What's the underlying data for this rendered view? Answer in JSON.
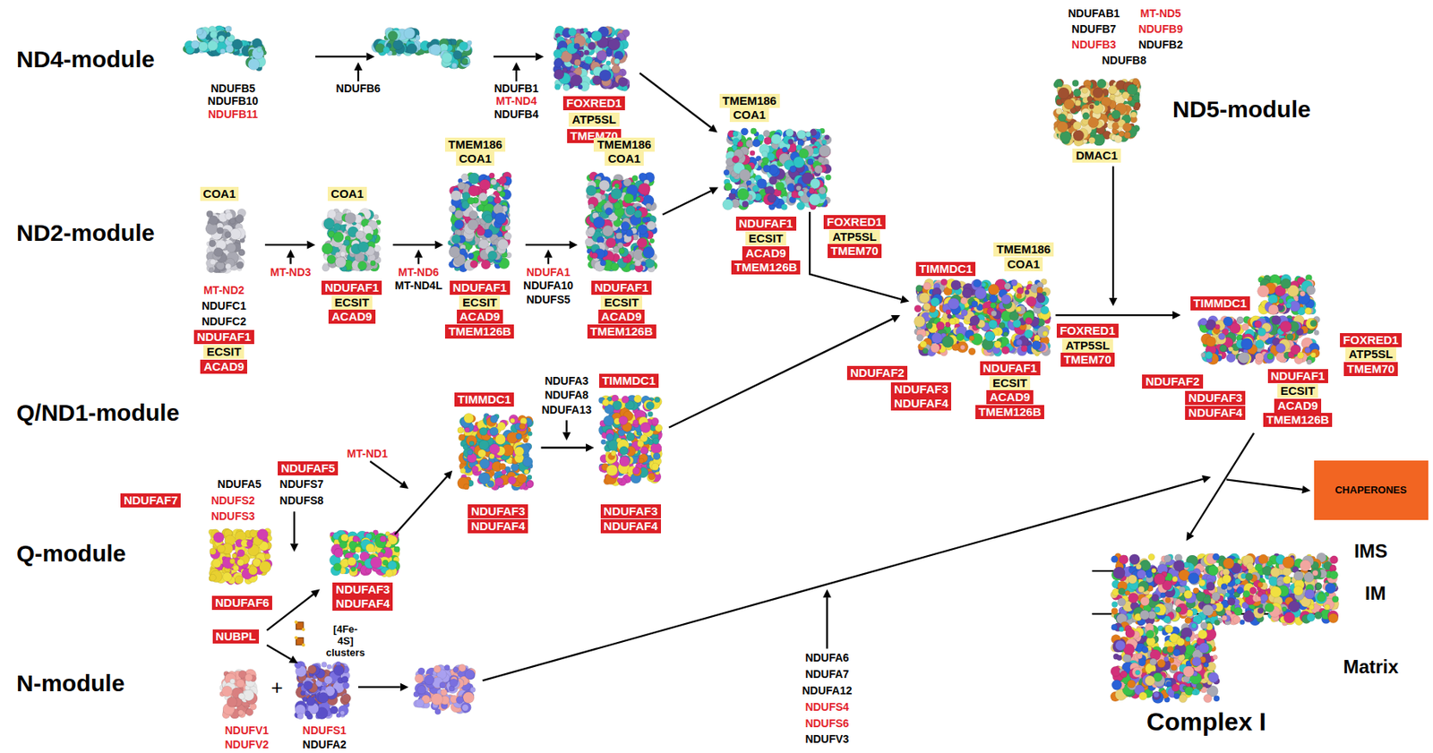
{
  "diagram": {
    "nodes": [
      {
        "text": [
          "FOXRED1"
        ]
      },
      {
        "text": [
          "ATP5SL"
        ]
      },
      {
        "text": [
          "TMEM70"
        ]
      },
      {
        "text": [
          "COA1"
        ]
      },
      {
        "text": [
          "NDUFAF1"
        ]
      },
      {
        "text": [
          "ECSIT"
        ]
      },
      {
        "text": [
          "ACAD9"
        ]
      },
      {
        "text": [
          "COA1"
        ]
      },
      {
        "text": [
          "NDUFAF1"
        ]
      },
      {
        "text": [
          "ECSIT"
        ]
      },
      {
        "text": [
          "ACAD9"
        ]
      },
      {
        "text": [
          "TMEM186"
        ]
      },
      {
        "text": [
          "COA1"
        ]
      },
      {
        "text": [
          "NDUFAF1"
        ]
      },
      {
        "text": [
          "ECSIT"
        ]
      },
      {
        "text": [
          "ACAD9"
        ]
      },
      {
        "text": [
          "TMEM126B"
        ]
      },
      {
        "text": [
          "TMEM186"
        ]
      },
      {
        "text": [
          "COA1"
        ]
      },
      {
        "text": [
          "NDUFAF1"
        ]
      },
      {
        "text": [
          "ECSIT"
        ]
      },
      {
        "text": [
          "ACAD9"
        ]
      },
      {
        "text": [
          "TMEM126B"
        ]
      },
      {
        "text": [
          "TMEM186"
        ]
      },
      {
        "text": [
          "COA1"
        ]
      },
      {
        "text": [
          "NDUFAF1"
        ]
      },
      {
        "text": [
          "ECSIT"
        ]
      },
      {
        "text": [
          "ACAD9"
        ]
      },
      {
        "text": [
          "TMEM126B"
        ]
      },
      {
        "text": [
          "FOXRED1"
        ]
      },
      {
        "text": [
          "ATP5SL"
        ]
      },
      {
        "text": [
          "TMEM70"
        ]
      },
      {
        "text": [
          "DMAC1"
        ]
      },
      {
        "text": [
          "TIMMDC1"
        ]
      },
      {
        "text": [
          "TMEM186"
        ]
      },
      {
        "text": [
          "COA1"
        ]
      },
      {
        "text": [
          "FOXRED1"
        ]
      },
      {
        "text": [
          "ATP5SL"
        ]
      },
      {
        "text": [
          "TMEM70"
        ]
      },
      {
        "text": [
          "NDUFAF2"
        ]
      },
      {
        "text": [
          "NDUFAF3"
        ]
      },
      {
        "text": [
          "NDUFAF4"
        ]
      },
      {
        "text": [
          "NDUFAF1"
        ]
      },
      {
        "text": [
          "ECSIT"
        ]
      },
      {
        "text": [
          "ACAD9"
        ]
      },
      {
        "text": [
          "TMEM126B"
        ]
      },
      {
        "text": [
          "TIMMDC1"
        ]
      },
      {
        "text": [
          "FOXRED1"
        ]
      },
      {
        "text": [
          "ATP5SL"
        ]
      },
      {
        "text": [
          "TMEM70"
        ]
      },
      {
        "text": [
          "NDUFAF2"
        ]
      },
      {
        "text": [
          "NDUFAF3"
        ]
      },
      {
        "text": [
          "NDUFAF4"
        ]
      },
      {
        "text": [
          "NDUFAF1"
        ]
      },
      {
        "text": [
          "ECSIT"
        ]
      },
      {
        "text": [
          "ACAD9"
        ]
      },
      {
        "text": [
          "TMEM126B"
        ]
      },
      {
        "text": [
          "TIMMDC1"
        ]
      },
      {
        "text": [
          "NDUFAF3"
        ]
      },
      {
        "text": [
          "NDUFAF4"
        ]
      },
      {
        "text": [
          "TIMMDC1"
        ]
      },
      {
        "text": [
          "NDUFAF3"
        ]
      },
      {
        "text": [
          "NDUFAF4"
        ]
      },
      {
        "text": [
          "NDUFAF5"
        ]
      },
      {
        "text": [
          "NDUFAF7"
        ]
      },
      {
        "text": [
          "NDUFAF6"
        ]
      },
      {
        "text": [
          "NDUFAF3"
        ]
      },
      {
        "text": [
          "NDUFAF4"
        ]
      },
      {
        "text": [
          "NUBPL"
        ]
      },
      {
        "text": [
          "CHAPERONES"
        ]
      }
    ],
    "labels": [
      "ND4-module",
      "ND2-module",
      "Q/ND1-module",
      "Q-module",
      "N-module",
      "ND5-module",
      "NDUFB5",
      "NDUFB10",
      "NDUFB11",
      "NDUFB6",
      "NDUFB1",
      "MT-ND4",
      "NDUFB4",
      "MT-ND2",
      "NDUFC1",
      "NDUFC2",
      "MT-ND3",
      "MT-ND6",
      "MT-ND4L",
      "NDUFA1",
      "NDUFA10",
      "NDUFS5",
      "NDUFAB1",
      "MT-ND5",
      "NDUFB7",
      "NDUFB9",
      "NDUFB3",
      "NDUFB2",
      "NDUFB8",
      "NDUFA3",
      "NDUFA8",
      "NDUFA13",
      "MT-ND1",
      "NDUFA5",
      "NDUFS7",
      "NDUFS2",
      "NDUFS8",
      "NDUFS3",
      "[4Fe-4S] clusters",
      "NDUFV1",
      "NDUFV2",
      "+",
      "NDUFS1",
      "NDUFA2",
      "NDUFA6",
      "NDUFA7",
      "NDUFA12",
      "NDUFS4",
      "NDUFS6",
      "NDUFV3",
      "IMS",
      "IM",
      "Matrix",
      "Complex I"
    ]
  }
}
